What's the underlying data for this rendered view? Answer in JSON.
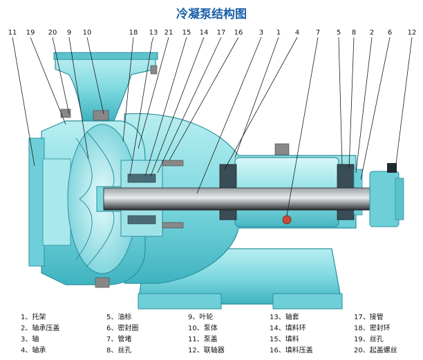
{
  "title": "冷凝泵结构图",
  "colors": {
    "casing": "#7fd9e0",
    "casing_dark": "#2a8f9e",
    "casing_light": "#c8f2f4",
    "shaft": "#3a3d40",
    "impeller": "#9fdfe6",
    "seal": "#5a7a86",
    "bolt": "#888888",
    "title": "#1a5fa8"
  },
  "callouts": [
    {
      "label": "11"
    },
    {
      "label": "19"
    },
    {
      "label": "20"
    },
    {
      "label": "9"
    },
    {
      "label": "10"
    },
    {
      "label": "18"
    },
    {
      "label": "13"
    },
    {
      "label": "21"
    },
    {
      "label": "15"
    },
    {
      "label": "14"
    },
    {
      "label": "17"
    },
    {
      "label": "16"
    },
    {
      "label": "3"
    },
    {
      "label": "1"
    },
    {
      "label": "4"
    },
    {
      "label": "7"
    },
    {
      "label": "5"
    },
    {
      "label": "8"
    },
    {
      "label": "2"
    },
    {
      "label": "6"
    },
    {
      "label": "12"
    }
  ],
  "legend": [
    {
      "text": "1、托架"
    },
    {
      "text": "5、油标"
    },
    {
      "text": "9、叶轮"
    },
    {
      "text": "13、轴套"
    },
    {
      "text": "17、接管"
    },
    {
      "text": "2、轴承压盖"
    },
    {
      "text": "6、密封圈"
    },
    {
      "text": "10、泵体"
    },
    {
      "text": "14、填料环"
    },
    {
      "text": "18、密封环"
    },
    {
      "text": "3、轴"
    },
    {
      "text": "7、管堵"
    },
    {
      "text": "11、泵盖"
    },
    {
      "text": "15、填料"
    },
    {
      "text": "19、丝孔"
    },
    {
      "text": "4、轴承"
    },
    {
      "text": "8、丝孔"
    },
    {
      "text": "12、联轴器"
    },
    {
      "text": "16、填料压盖"
    },
    {
      "text": "20、起盖螺丝"
    }
  ]
}
